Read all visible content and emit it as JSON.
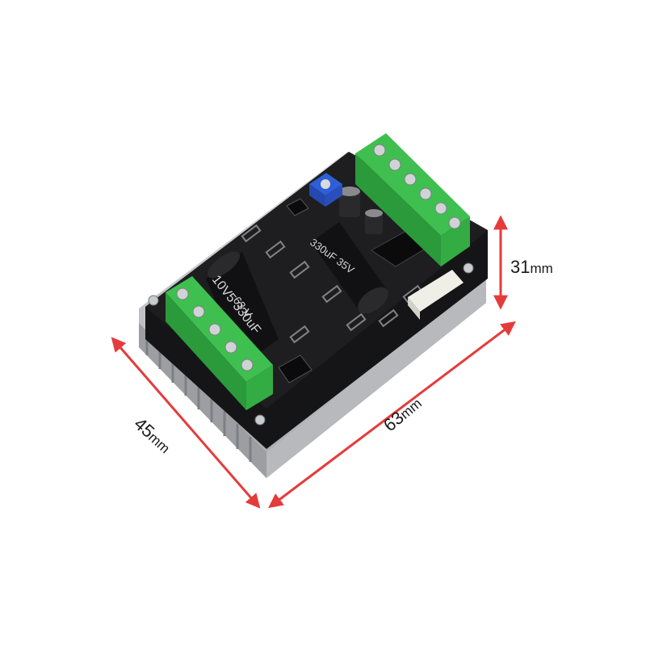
{
  "dimensions": {
    "height": {
      "value": "31",
      "unit": "mm"
    },
    "width": {
      "value": "63",
      "unit": "mm"
    },
    "depth": {
      "value": "45",
      "unit": "mm"
    }
  },
  "board_markings": {
    "capacitor_large": "10V5 330uF",
    "capacitor_voltage": "63 V",
    "capacitor_right": "330uF 35V"
  },
  "colors": {
    "heatsink": "#c9cacc",
    "heatsink_dark": "#8d8f93",
    "pcb": "#151517",
    "terminal": "#3fbf4f",
    "terminal_dark": "#2a9a3a",
    "arrow": "#e53b3b",
    "potentiometer": "#2f5fd6",
    "header": "#efefe8"
  },
  "icons": [
    "dimension-arrow-icon"
  ]
}
